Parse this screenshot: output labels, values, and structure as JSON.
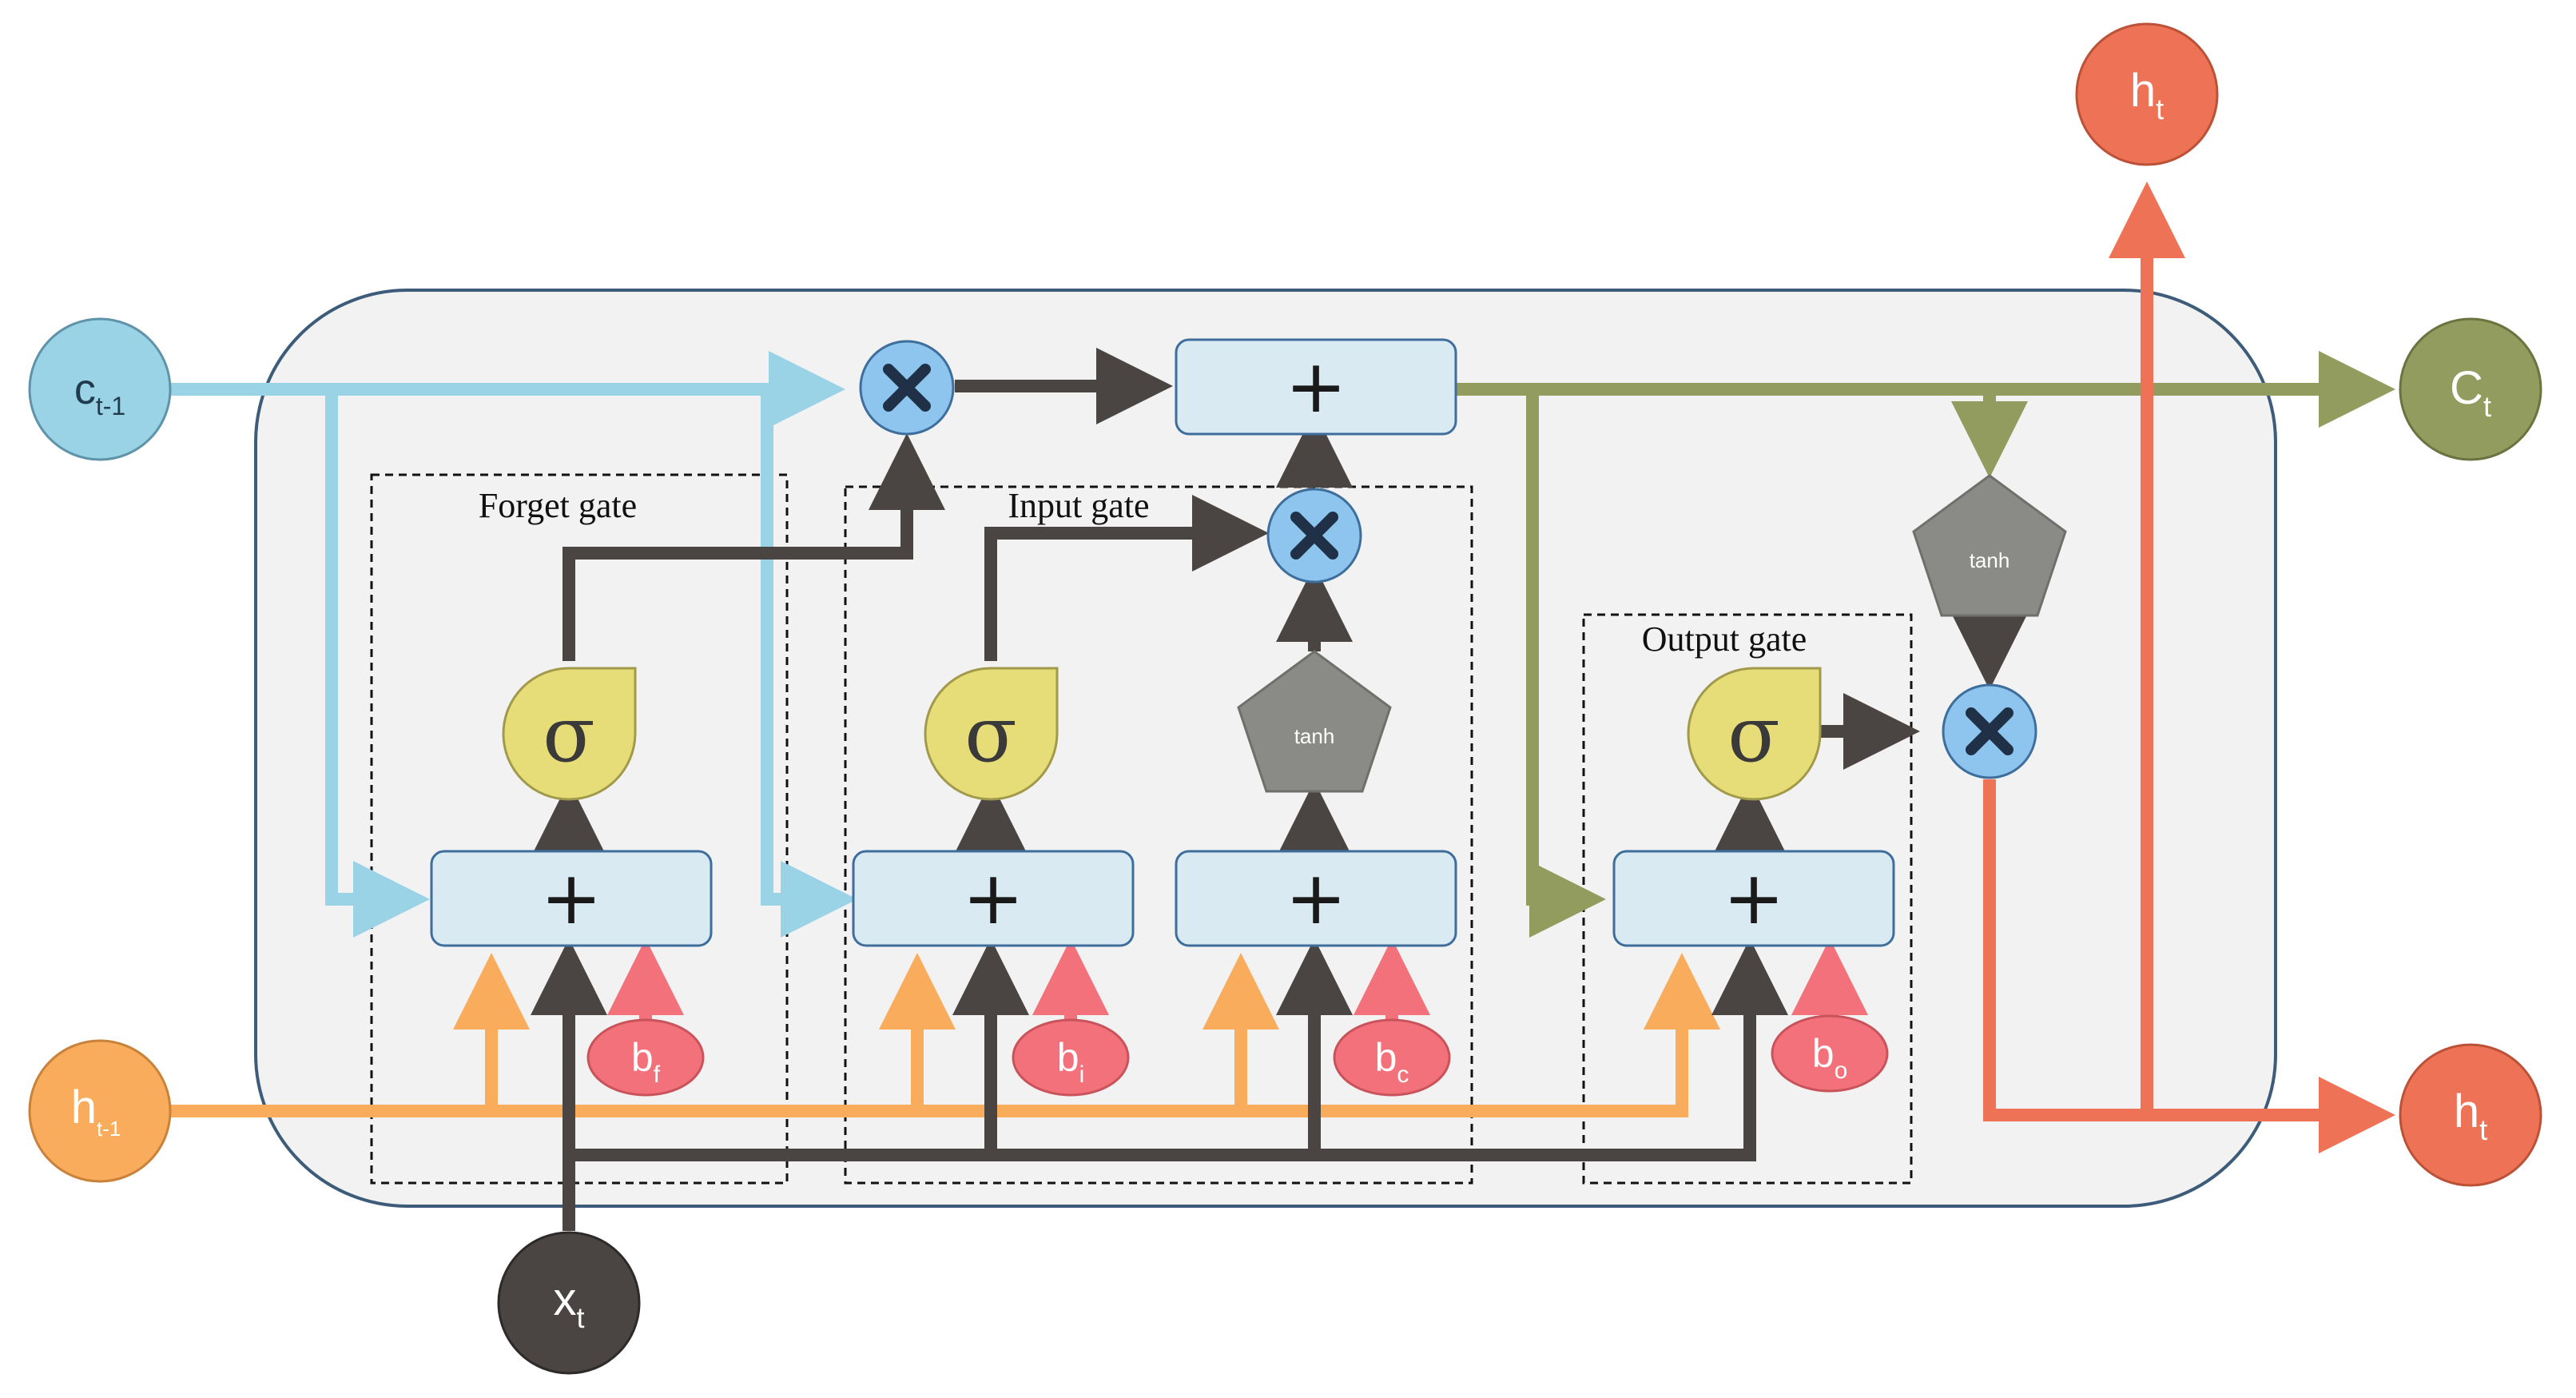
{
  "gates": {
    "forget": "Forget gate",
    "input": "Input gate",
    "output": "Output gate"
  },
  "ops": {
    "plus": "+",
    "sigma": "σ",
    "tanh": "tanh"
  },
  "inputs": {
    "c_prev": {
      "main": "c",
      "sub": "t-1"
    },
    "h_prev": {
      "main": "h",
      "sub": "t-1"
    },
    "x": {
      "main": "x",
      "sub": "t"
    }
  },
  "outputs": {
    "c": {
      "main": "C",
      "sub": "t"
    },
    "h_right": {
      "main": "h",
      "sub": "t"
    },
    "h_top": {
      "main": "h",
      "sub": "t"
    }
  },
  "biases": {
    "f": {
      "main": "b",
      "sub": "f"
    },
    "i": {
      "main": "b",
      "sub": "i"
    },
    "c": {
      "main": "b",
      "sub": "c"
    },
    "o": {
      "main": "b",
      "sub": "o"
    }
  },
  "colors": {
    "cell_state_in": "#9bd3e6",
    "hidden_in": "#f9ad5c",
    "input_x": "#4a4543",
    "cell_state_out": "#919c5e",
    "hidden_out": "#ee7356",
    "bias": "#f3717a",
    "sigmoid": "#e6dc78",
    "tanh": "#8a8a87",
    "multiply": "#8ec5ee",
    "adder": "#d9eaf3"
  }
}
